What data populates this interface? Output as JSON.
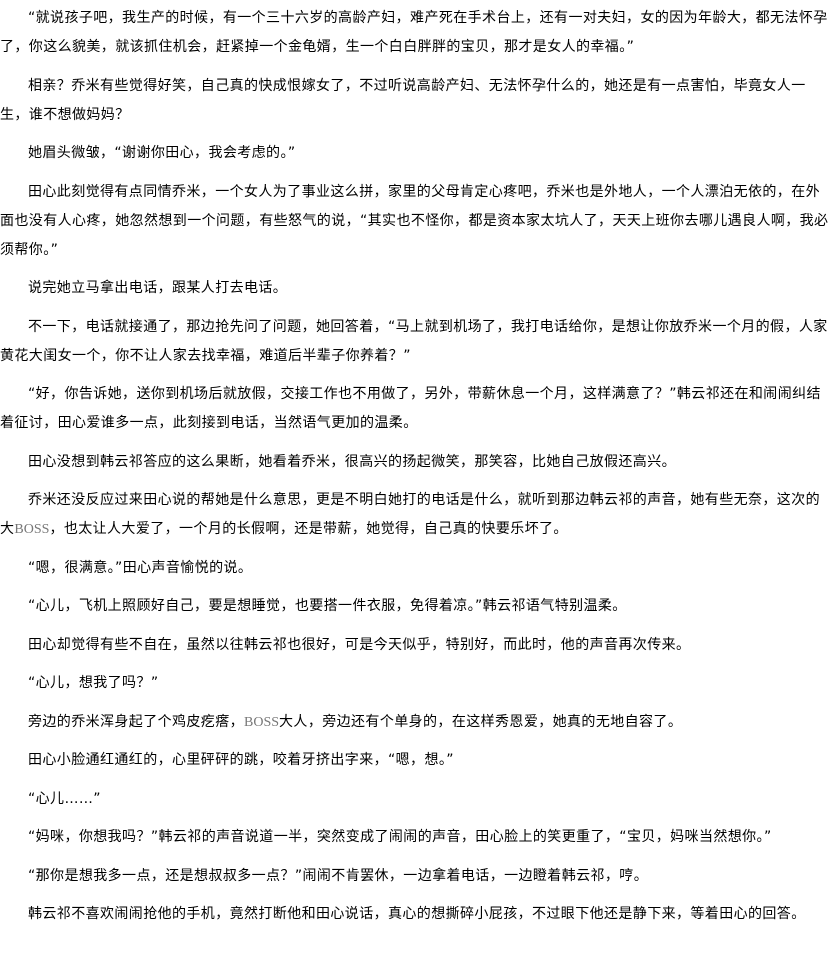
{
  "paragraphs": [
    "“就说孩子吧，我生产的时候，有一个三十六岁的高龄产妇，难产死在手术台上，还有一对夫妇，女的因为年龄大，都无法怀孕了，你这么貌美，就该抓住机会，赶紧掉一个金龟婿，生一个白白胖胖的宝贝，那才是女人的幸福。”",
    "相亲？乔米有些觉得好笑，自己真的快成恨嫁女了，不过听说高龄产妇、无法怀孕什么的，她还是有一点害怕，毕竟女人一生，谁不想做妈妈？",
    "她眉头微皱，“谢谢你田心，我会考虑的。”",
    "田心此刻觉得有点同情乔米，一个女人为了事业这么拼，家里的父母肯定心疼吧，乔米也是外地人，一个人漂泊无依的，在外面也没有人心疼，她忽然想到一个问题，有些怒气的说，“其实也不怪你，都是资本家太坑人了，天天上班你去哪儿遇良人啊，我必须帮你。”",
    "说完她立马拿出电话，跟某人打去电话。",
    "不一下，电话就接通了，那边抢先问了问题，她回答着，“马上就到机场了，我打电话给你，是想让你放乔米一个月的假，人家黄花大闺女一个，你不让人家去找幸福，难道后半辈子你养着？”",
    "“好，你告诉她，送你到机场后就放假，交接工作也不用做了，另外，带薪休息一个月，这样满意了？”韩云祁还在和闹闹纠结着征讨，田心爱谁多一点，此刻接到电话，当然语气更加的温柔。",
    "田心没想到韩云祁答应的这么果断，她看着乔米，很高兴的扬起微笑，那笑容，比她自己放假还高兴。",
    [
      "乔米还没反应过来田心说的帮她是什么意思，更是不明白她打的电话是什么，就听到那边韩云祁的声音，她有些无奈，这次的大",
      "BOSS",
      "，也太让人大爱了，一个月的长假啊，还是带薪，她觉得，自己真的快要乐坏了。"
    ],
    "“嗯，很满意。”田心声音愉悦的说。",
    "“心儿，飞机上照顾好自己，要是想睡觉，也要搭一件衣服，免得着凉。”韩云祁语气特别温柔。",
    "田心却觉得有些不自在，虽然以往韩云祁也很好，可是今天似乎，特别好，而此时，他的声音再次传来。",
    "“心儿，想我了吗？”",
    [
      "旁边的乔米浑身起了个鸡皮疙瘩，",
      "BOSS",
      "大人，旁边还有个单身的，在这样秀恩爱，她真的无地自容了。"
    ],
    "田心小脸通红通红的，心里砰砰的跳，咬着牙挤出字来，“嗯，想。”",
    "“心儿……”",
    "“妈咪，你想我吗？”韩云祁的声音说道一半，突然变成了闹闹的声音，田心脸上的笑更重了，“宝贝，妈咪当然想你。”",
    "“那你是想我多一点，还是想叔叔多一点？”闹闹不肯罢休，一边拿着电话，一边瞪着韩云祁，哼。",
    "韩云祁不喜欢闹闹抢他的手机，竟然打断他和田心说话，真心的想撕碎小屁孩，不过眼下他还是静下来，等着田心的回答。"
  ]
}
